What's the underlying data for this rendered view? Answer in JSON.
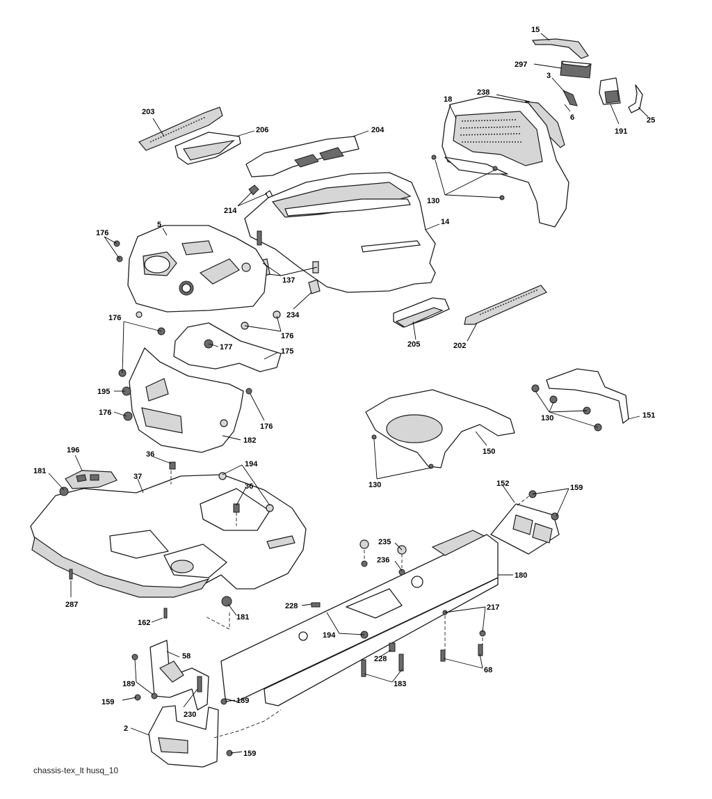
{
  "diagram": {
    "caption": "chassis-tex_lt husq_10"
  },
  "callouts": {
    "c15": "15",
    "c297": "297",
    "c3": "3",
    "c6": "6",
    "c191": "191",
    "c25": "25",
    "c238": "238",
    "c18": "18",
    "c130a": "130",
    "c203": "203",
    "c206": "206",
    "c204": "204",
    "c214": "214",
    "c14": "14",
    "c5": "5",
    "c176a": "176",
    "c137": "137",
    "c234": "234",
    "c176b": "176",
    "c176c": "176",
    "c205": "205",
    "c202": "202",
    "c177": "177",
    "c175": "175",
    "c195": "195",
    "c176d": "176",
    "c176e": "176",
    "c182": "182",
    "c130b": "130",
    "c150": "150",
    "c130c": "130",
    "c151": "151",
    "c196": "196",
    "c181a": "181",
    "c36a": "36",
    "c37": "37",
    "c194a": "194",
    "c36b": "36",
    "c287": "287",
    "c162": "162",
    "c181b": "181",
    "c152": "152",
    "c159a": "159",
    "c235": "235",
    "c236": "236",
    "c180": "180",
    "c228a": "228",
    "c217": "217",
    "c194b": "194",
    "c228b": "228",
    "c68": "68",
    "c183": "183",
    "c58": "58",
    "c189a": "189",
    "c159b": "159",
    "c230": "230",
    "c189b": "189",
    "c2": "2",
    "c159c": "159"
  }
}
